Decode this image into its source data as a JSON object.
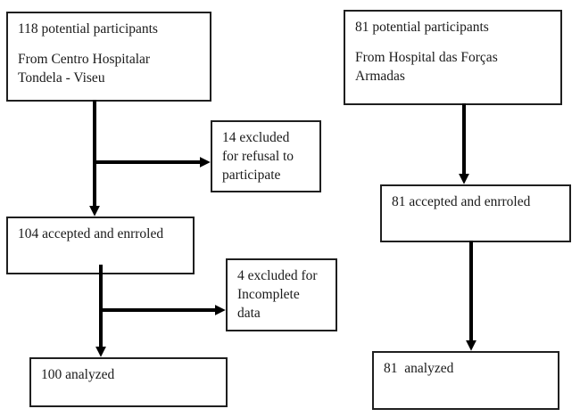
{
  "diagram": {
    "title": "participant-flow-diagram",
    "background": "#ffffff",
    "line_color": "#000000",
    "left_flow": {
      "potential": {
        "count_line": "118 potential participants",
        "source_line1": "From Centro Hospitalar",
        "source_line2": "Tondela - Viseu"
      },
      "excluded_refusal": {
        "line1": "14 excluded",
        "line2": "for refusal to",
        "line3": "participate"
      },
      "enrolled": {
        "line1": "104 accepted and enrroled"
      },
      "excluded_incomplete": {
        "line1": "4 excluded for",
        "line2": "Incomplete",
        "line3": "data"
      },
      "analyzed": {
        "line1": "100 analyzed"
      }
    },
    "right_flow": {
      "potential": {
        "count_line": "81 potential participants",
        "source_line1": "From Hospital das Forças",
        "source_line2": "Armadas"
      },
      "enrolled": {
        "line1": "81 accepted and enrroled"
      },
      "analyzed": {
        "line1": "81  analyzed"
      }
    }
  }
}
